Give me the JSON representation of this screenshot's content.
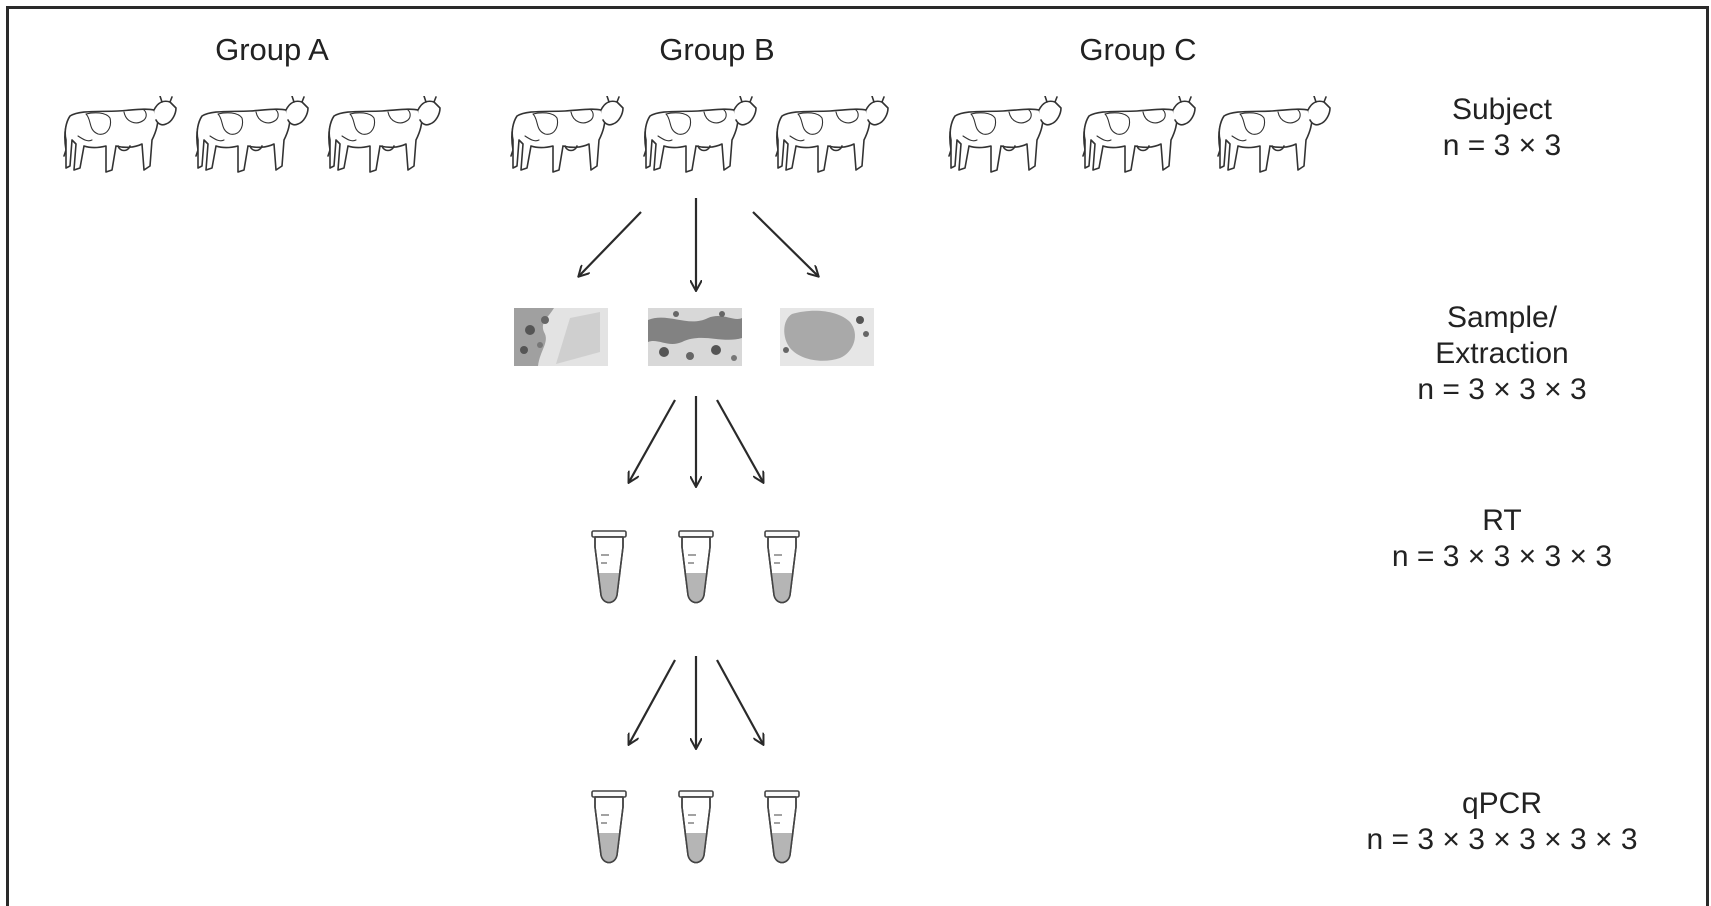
{
  "groups": [
    {
      "label": "Group A"
    },
    {
      "label": "Group B"
    },
    {
      "label": "Group C"
    }
  ],
  "stages": {
    "subject": {
      "title": "Subject",
      "count": "n = 3 × 3"
    },
    "sample": {
      "title": "Sample/",
      "title2": "Extraction",
      "count": "n = 3 × 3 × 3"
    },
    "rt": {
      "title": "RT",
      "count": "n = 3 × 3 × 3 × 3"
    },
    "qpcr": {
      "title": "qPCR",
      "count": "n = 3 × 3 × 3 × 3 × 3"
    }
  },
  "icons": {
    "subject": "cow-icon",
    "sample": "tissue-sample-icon",
    "tube": "tube-icon",
    "arrow": "arrow-icon"
  },
  "colors": {
    "line": "#2a2a2a",
    "tube_fill": "#b5b5b5",
    "tissue_bg": "#e6e6e6",
    "tissue_dark": "#6e6e6e"
  }
}
